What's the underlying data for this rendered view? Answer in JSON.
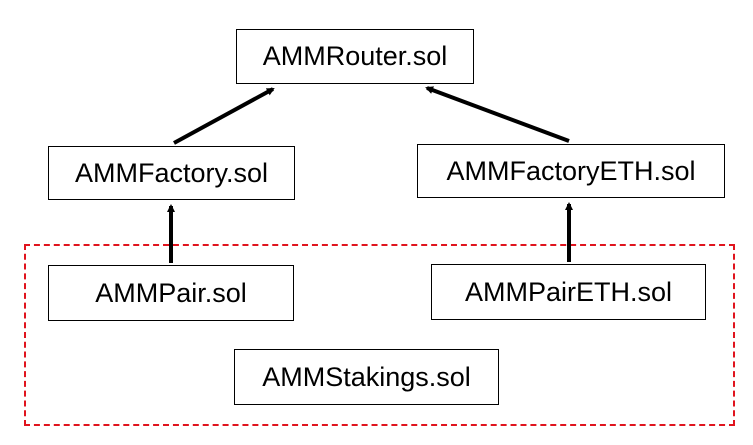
{
  "nodes": {
    "router": "AMMRouter.sol",
    "factory": "AMMFactory.sol",
    "factory_eth": "AMMFactoryETH.sol",
    "pair": "AMMPair.sol",
    "pair_eth": "AMMPairETH.sol",
    "stakings": "AMMStakings.sol"
  },
  "edges": [
    {
      "from": "factory",
      "to": "router"
    },
    {
      "from": "factory_eth",
      "to": "router"
    },
    {
      "from": "pair",
      "to": "factory"
    },
    {
      "from": "pair_eth",
      "to": "factory_eth"
    }
  ],
  "colors": {
    "group_border": "#e0141e",
    "line": "#000000"
  }
}
